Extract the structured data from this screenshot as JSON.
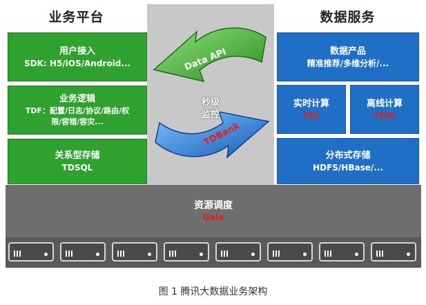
{
  "business_platform": {
    "title": "业务平台",
    "boxes": [
      {
        "line1": "用户接入",
        "line2": "SDK: H5/iOS/Android..."
      },
      {
        "line1": "业务逻辑",
        "line2": "TDF：配置/日志/协议/路由/权",
        "line3": "限/容错/容灾..."
      },
      {
        "line1": "关系型存储",
        "line2": "TDSQL"
      }
    ]
  },
  "data_services": {
    "title": "数据服务",
    "product": {
      "line1": "数据产品",
      "line2": "精准推荐/多维分析/..."
    },
    "realtime": {
      "line1": "实时计算",
      "line2": "TRC"
    },
    "offline": {
      "line1": "离线计算",
      "line2": "TDW"
    },
    "storage": {
      "line1": "分布式存储",
      "line2": "HDFS/HBase/..."
    }
  },
  "center": {
    "data_api": "Data API",
    "tdbank": "TDBank",
    "monitor_line1": "秒级",
    "monitor_line2": "监控"
  },
  "resource": {
    "label": "资源调度",
    "sub": "Gaia"
  },
  "servers": {
    "count": 8
  },
  "caption": "图 1 腾讯大数据业务架构",
  "colors": {
    "green": "#2ea12e",
    "blue": "#1f6fc7",
    "red_text": "#e0201b",
    "gray": "#6e6e6e"
  }
}
